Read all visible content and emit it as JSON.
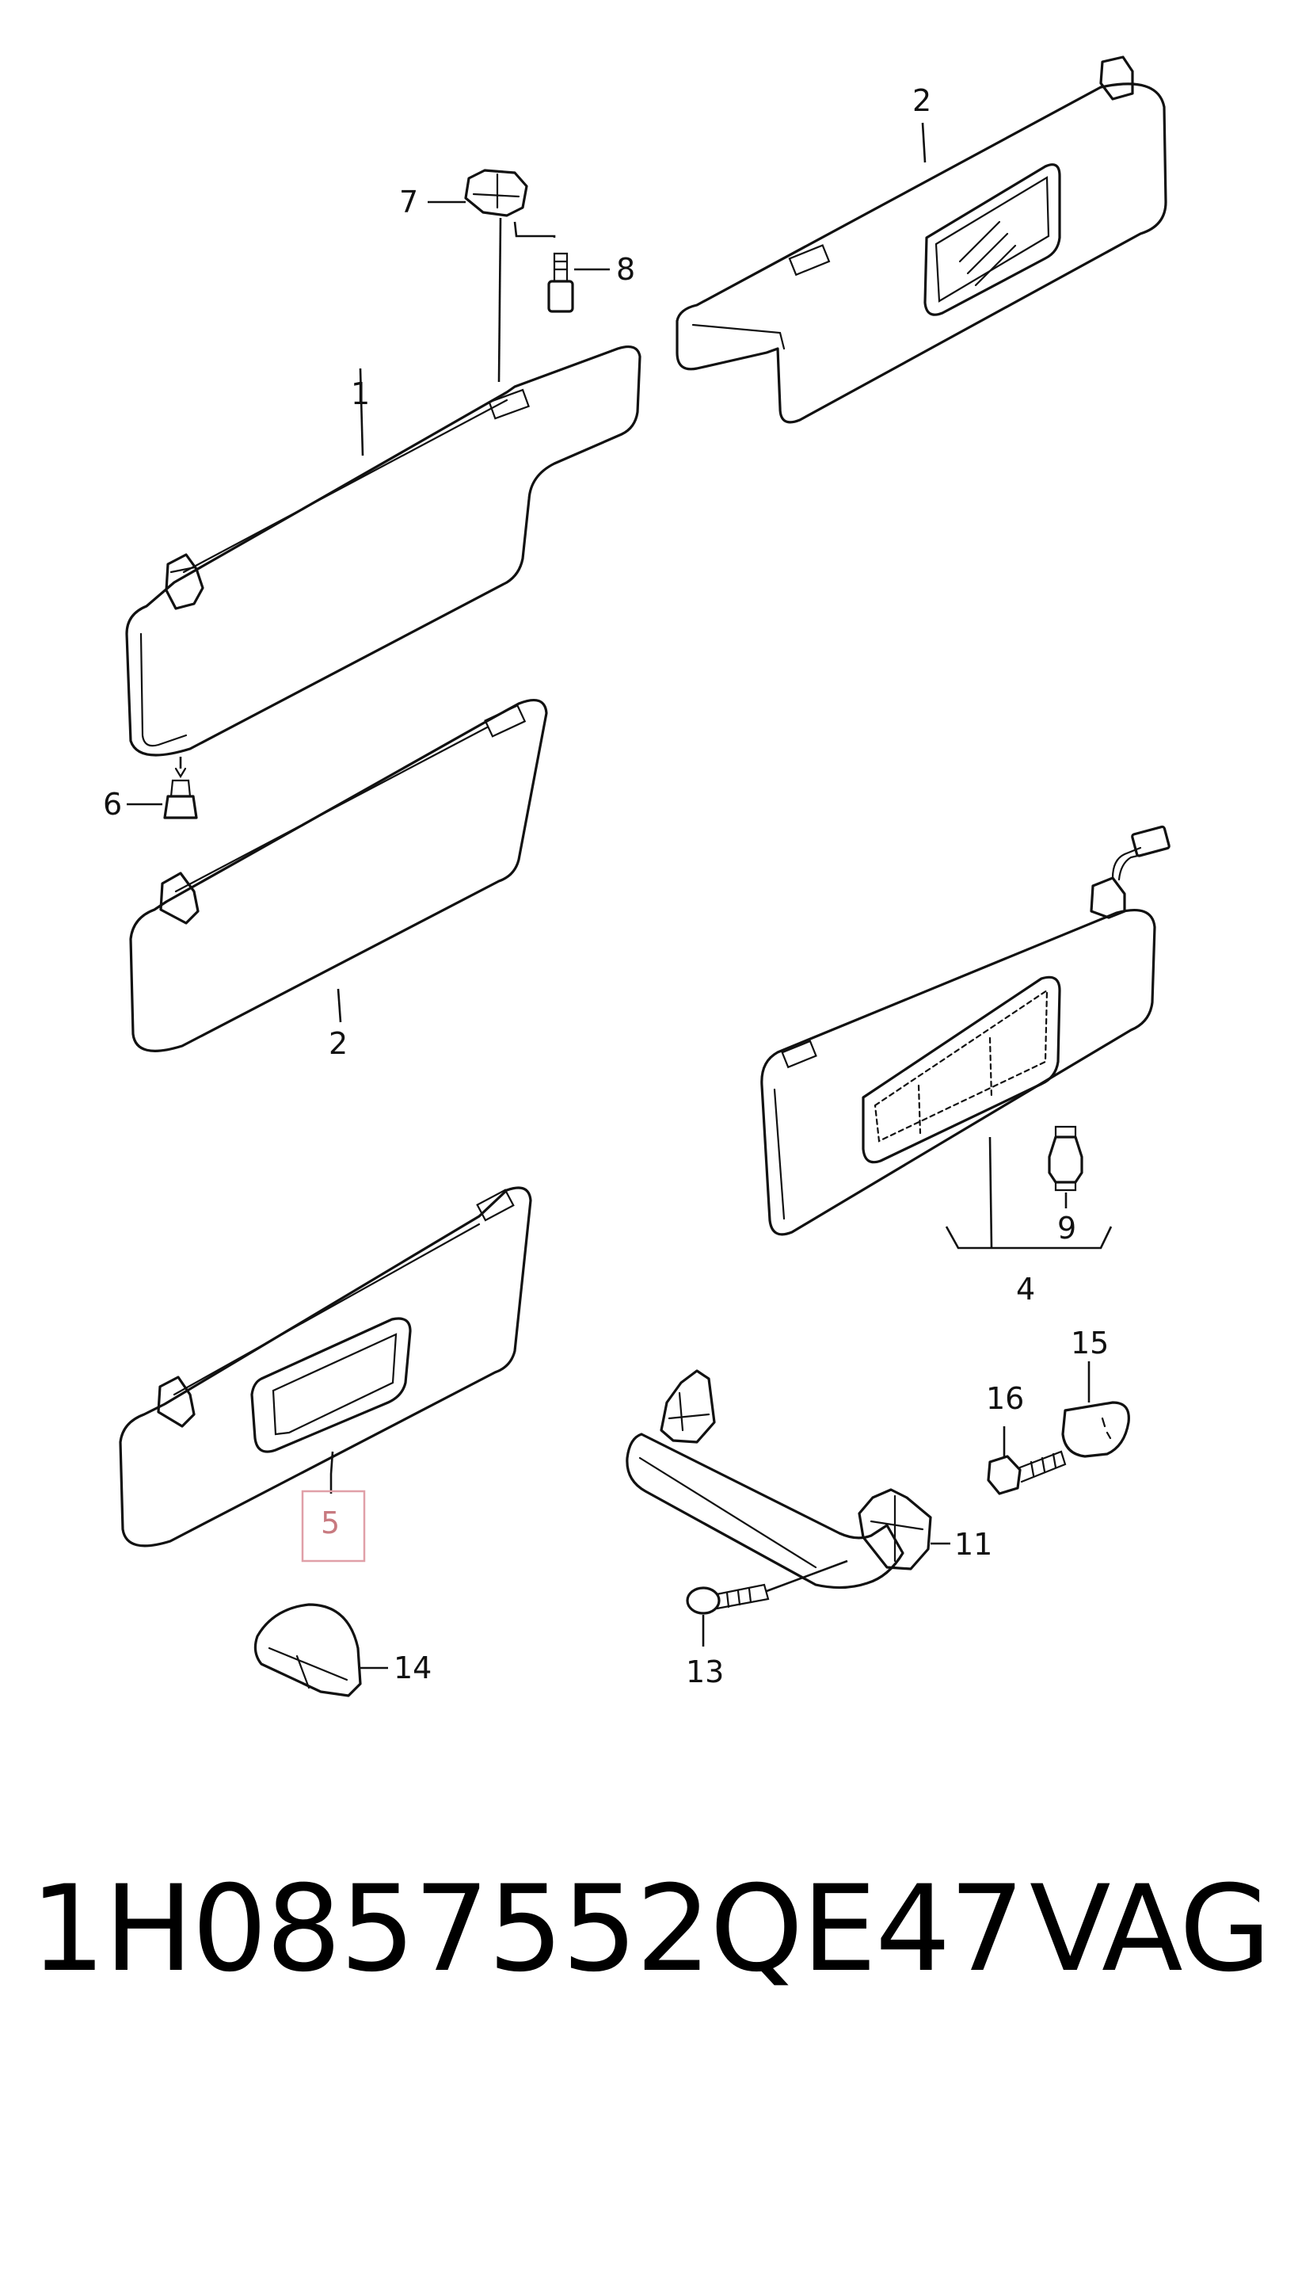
{
  "diagram": {
    "callouts": [
      {
        "id": "c1",
        "label": "1"
      },
      {
        "id": "c2a",
        "label": "2"
      },
      {
        "id": "c2b",
        "label": "2"
      },
      {
        "id": "c4",
        "label": "4"
      },
      {
        "id": "c5",
        "label": "5",
        "highlighted": true
      },
      {
        "id": "c6",
        "label": "6"
      },
      {
        "id": "c7",
        "label": "7"
      },
      {
        "id": "c8",
        "label": "8"
      },
      {
        "id": "c9",
        "label": "9"
      },
      {
        "id": "c11",
        "label": "11"
      },
      {
        "id": "c13",
        "label": "13"
      },
      {
        "id": "c14",
        "label": "14"
      },
      {
        "id": "c15",
        "label": "15"
      },
      {
        "id": "c16",
        "label": "16"
      }
    ],
    "highlight_color": "#e0a0a8"
  },
  "caption": {
    "part_number": "1H0857552QE47",
    "brand": "VAG"
  }
}
